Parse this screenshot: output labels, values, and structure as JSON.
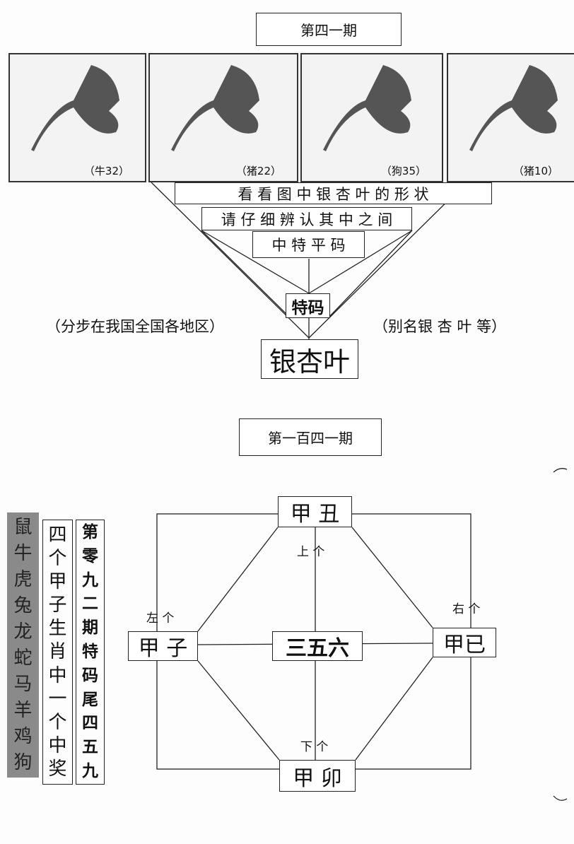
{
  "top": {
    "title": "第四一期",
    "panels": [
      {
        "label": "（牛32）"
      },
      {
        "label": "（猪22）"
      },
      {
        "label": "（狗35）"
      },
      {
        "label": "（猪10）"
      }
    ],
    "line1": "看 看 图 中 银 杏 叶 的 形 状",
    "line2": "请 仔 细 辨 认 其 中 之 间",
    "line3": "中 特 平 码",
    "special": "特码",
    "answer": "银杏叶",
    "left_note": "（分步在我国全国各地区）",
    "right_note": "（别名银  杏  叶  等）"
  },
  "bottom": {
    "title": "第一百四一期",
    "zodiac_column": [
      "鼠",
      "牛",
      "虎",
      "兔",
      "龙",
      "蛇",
      "马",
      "羊",
      "鸡",
      "狗"
    ],
    "hint_column": [
      "四",
      "个",
      "甲",
      "子",
      "生",
      "肖",
      "中",
      "一",
      "个",
      "中",
      "奖"
    ],
    "period_column": [
      "第",
      "零",
      "九",
      "二",
      "期",
      "特",
      "码",
      "尾",
      "四",
      "五",
      "九"
    ],
    "nodes": {
      "top": "甲 丑",
      "left": "甲 子",
      "center": "三五六",
      "right": "甲已",
      "bottom": "甲 卯"
    },
    "labels": {
      "top": "上 个",
      "left": "左 个",
      "right": "右 个",
      "bottom": "下 个"
    }
  },
  "colors": {
    "ink": "#111111",
    "leaf": "#555555",
    "shade": "#8a8a8a"
  }
}
